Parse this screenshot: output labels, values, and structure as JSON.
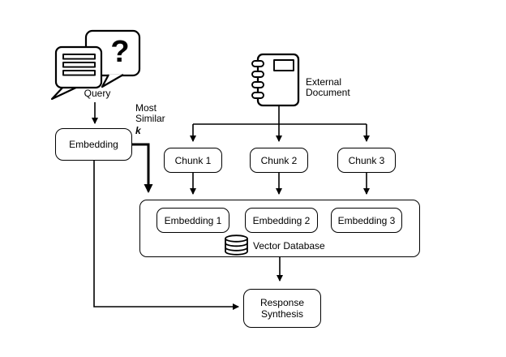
{
  "diagram": {
    "background": "#ffffff",
    "line_color": "#000000",
    "query": {
      "label": "Query",
      "question_mark": "?"
    },
    "embedding_node": {
      "label": "Embedding"
    },
    "most_similar": {
      "line1": "Most",
      "line2": "Similar",
      "k": "k"
    },
    "external_document": {
      "line1": "External",
      "line2": "Document"
    },
    "chunks": [
      {
        "label": "Chunk 1"
      },
      {
        "label": "Chunk 2"
      },
      {
        "label": "Chunk 3"
      }
    ],
    "embeddings": [
      {
        "label": "Embedding 1"
      },
      {
        "label": "Embedding 2"
      },
      {
        "label": "Embedding 3"
      }
    ],
    "vector_database": {
      "label": "Vector Database"
    },
    "response_synthesis": {
      "line1": "Response",
      "line2": "Synthesis"
    }
  }
}
